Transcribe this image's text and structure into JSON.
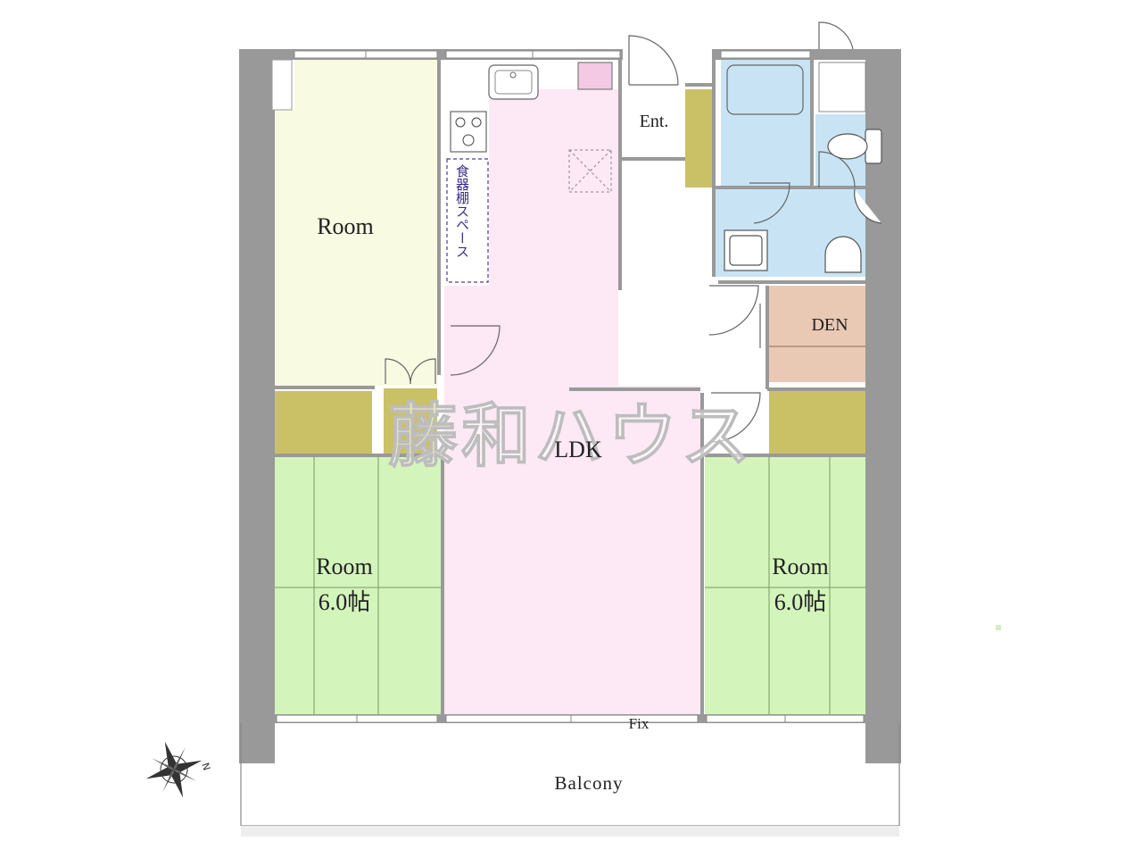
{
  "rooms": {
    "room_nw": {
      "label": "Room"
    },
    "room_sw": {
      "label": "Room",
      "size": "6.0帖"
    },
    "room_se": {
      "label": "Room",
      "size": "6.0帖"
    },
    "ldk": {
      "label": "LDK"
    },
    "den": {
      "label": "DEN"
    },
    "entrance": {
      "label": "Ent."
    },
    "cupboard_space": {
      "label": "食器棚スペース"
    },
    "balcony": {
      "label": "Balcony"
    },
    "fix_window": {
      "label": "Fix"
    }
  },
  "watermark": {
    "text": "藤和ハウス"
  },
  "compass": {
    "north_letter": "N",
    "icon": "compass-rose-icon"
  },
  "colors": {
    "wall": "#999999",
    "room_yellow": "#f8fbe1",
    "tatami_green": "#d3f4bb",
    "ldk_pink": "#fde8f5",
    "closet_olive": "#cac167",
    "wet_blue": "#c8e4f4",
    "den_tan": "#e9c9b4"
  }
}
